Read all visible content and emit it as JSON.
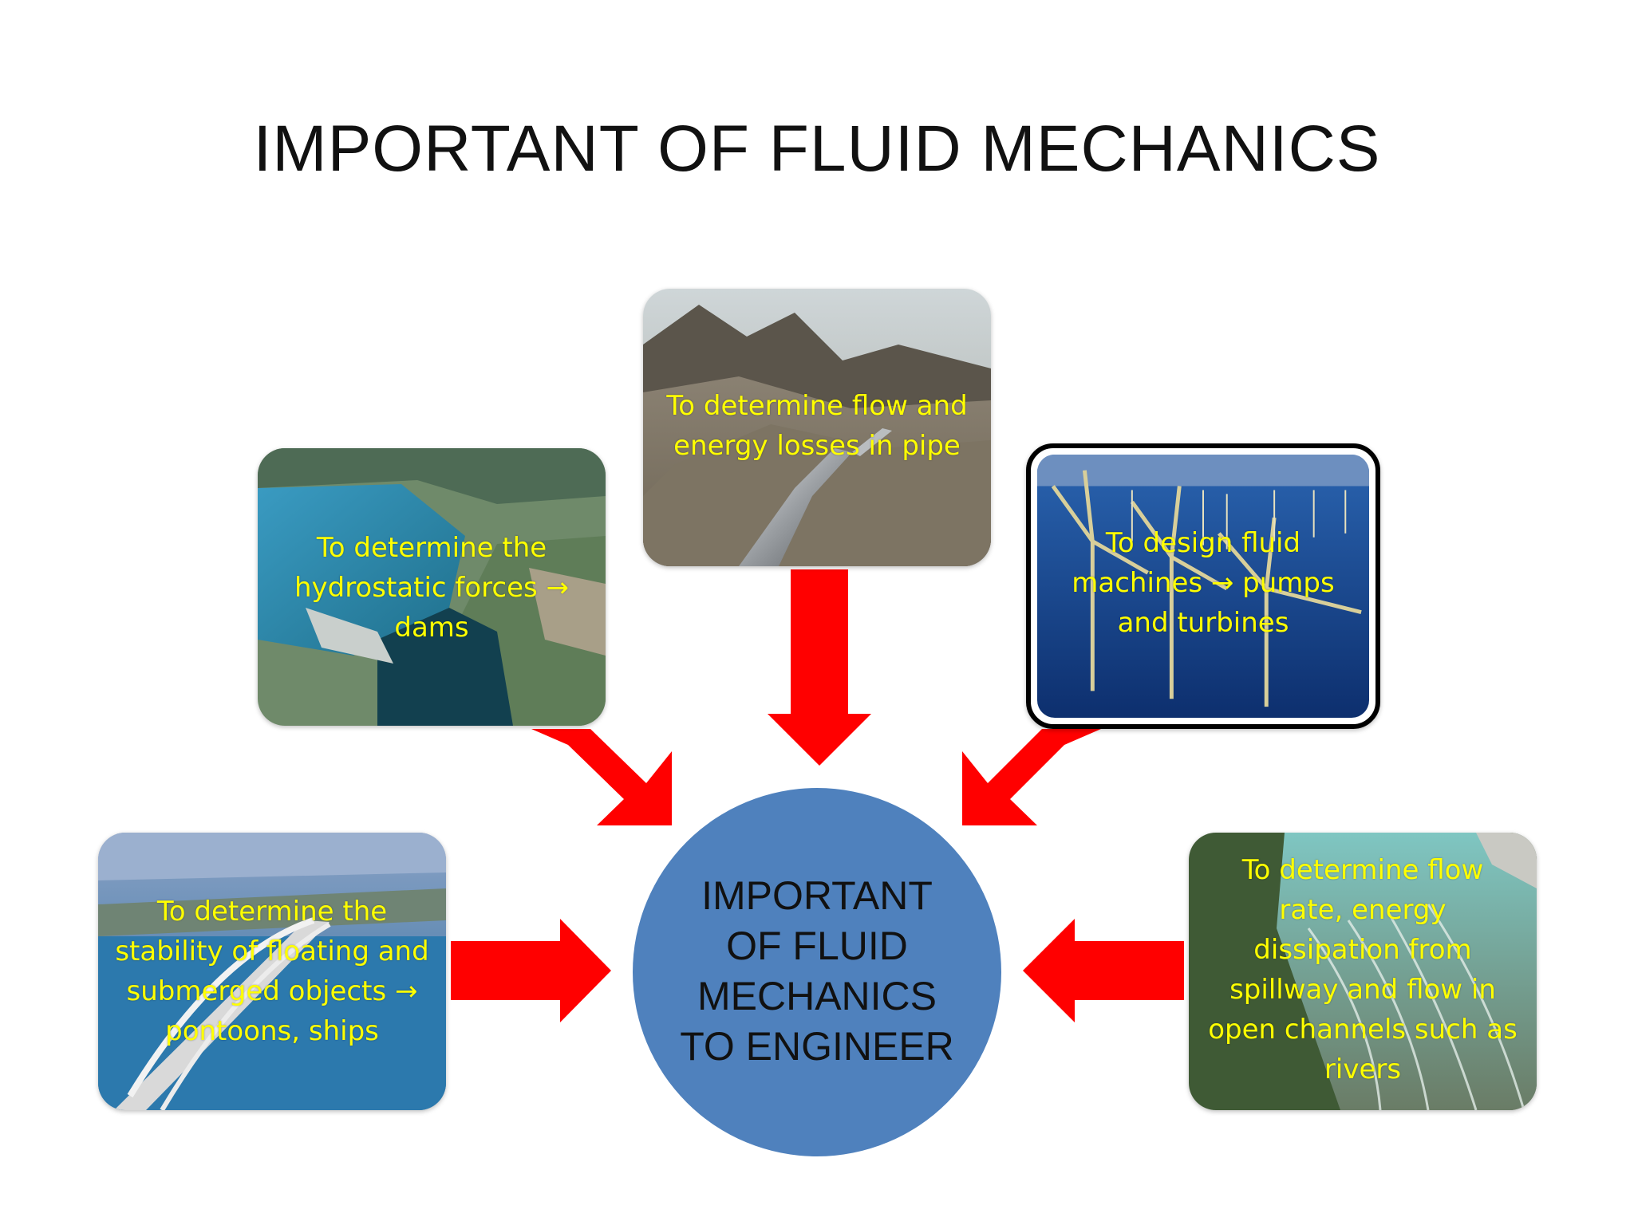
{
  "title": "IMPORTANT OF FLUID MECHANICS",
  "center": {
    "label": "IMPORTANT\nOF FLUID\nMECHANICS\nTO ENGINEER",
    "color": "#4f81bd"
  },
  "arrow_color": "#ff0000",
  "caption_color": "#ffff00",
  "cards": {
    "pipe": {
      "caption": "To determine flow and\nenergy losses in pipe",
      "image": "pipeline-on-hillside-photo"
    },
    "dams": {
      "caption": "To determine the\nhydrostatic forces →\ndams",
      "image": "dam-aerial-photo"
    },
    "wind": {
      "caption": "To design fluid\nmachines → pumps\nand turbines",
      "image": "offshore-wind-turbines-photo"
    },
    "bridge": {
      "caption": "To determine the\nstability of floating and\nsubmerged objects →\npontoons, ships",
      "image": "bridge-over-water-photo"
    },
    "spillway": {
      "caption": "To determine  flow\nrate, energy\ndissipation from\nspillway and flow in\nopen channels such as\nrivers",
      "image": "spillway-photo"
    }
  }
}
